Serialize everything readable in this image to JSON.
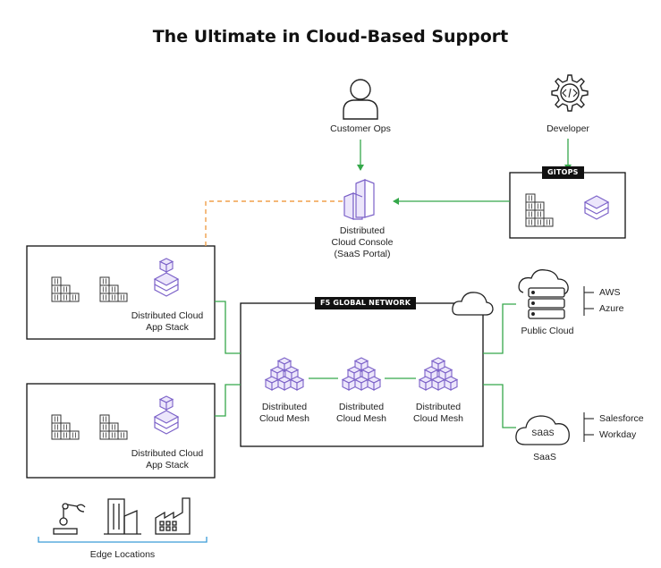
{
  "title": "The Ultimate in Cloud-Based Support",
  "customer_ops": "Customer Ops",
  "developer": "Developer",
  "gitops": "GITOPS",
  "console": {
    "line1": "Distributed",
    "line2": "Cloud Console",
    "line3": "(SaaS Portal)"
  },
  "app_stack_top": {
    "line1": "Distributed Cloud",
    "line2": "App Stack"
  },
  "app_stack_bottom": {
    "line1": "Distributed Cloud",
    "line2": "App Stack"
  },
  "global_network": "F5 GLOBAL NETWORK",
  "mesh": [
    {
      "line1": "Distributed",
      "line2": "Cloud Mesh"
    },
    {
      "line1": "Distributed",
      "line2": "Cloud Mesh"
    },
    {
      "line1": "Distributed",
      "line2": "Cloud Mesh"
    }
  ],
  "public_cloud": {
    "label": "Public Cloud",
    "providers": [
      "AWS",
      "Azure"
    ]
  },
  "saas": {
    "label": "SaaS",
    "icon_text": "saas",
    "providers": [
      "Salesforce",
      "Workday"
    ]
  },
  "edge_locations": "Edge Locations",
  "colors": {
    "green": "#35a84a",
    "orange": "#f0a04b",
    "purple": "#7b61c8",
    "purple_light": "#ece6fb"
  }
}
